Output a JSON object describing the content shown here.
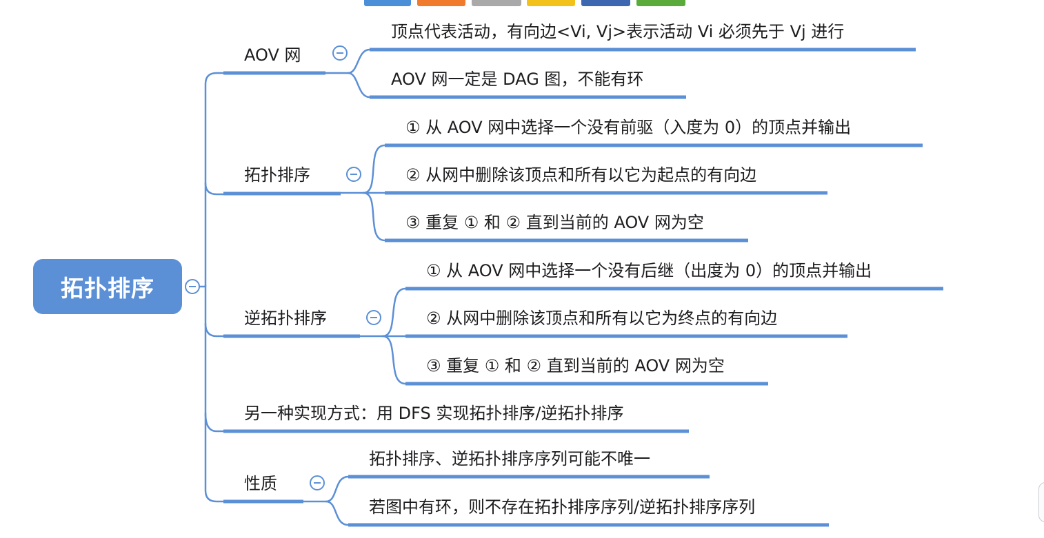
{
  "root": {
    "label": "拓扑排序"
  },
  "colors": {
    "accent": "#5b8fd6",
    "palette": [
      "#4a8fd8",
      "#f07b2d",
      "#a9a9a9",
      "#f2c21b",
      "#3e67b2",
      "#5aaa3c"
    ]
  },
  "branches": [
    {
      "label": "AOV 网",
      "children": [
        "顶点代表活动，有向边<Vi, Vj>表示活动 Vi 必须先于 Vj 进行",
        "AOV 网一定是 DAG 图，不能有环"
      ]
    },
    {
      "label": "拓扑排序",
      "children": [
        "① 从 AOV 网中选择一个没有前驱（入度为 0）的顶点并输出",
        "② 从网中删除该顶点和所有以它为起点的有向边",
        "③ 重复 ① 和 ② 直到当前的 AOV 网为空"
      ]
    },
    {
      "label": "逆拓扑排序",
      "children": [
        "① 从 AOV 网中选择一个没有后继（出度为 0）的顶点并输出",
        "② 从网中删除该顶点和所有以它为终点的有向边",
        "③ 重复 ① 和 ② 直到当前的 AOV 网为空"
      ]
    },
    {
      "label": "另一种实现方式：用 DFS 实现拓扑排序/逆拓扑排序",
      "children": []
    },
    {
      "label": "性质",
      "children": [
        "拓扑排序、逆拓扑排序序列可能不唯一",
        "若图中有环，则不存在拓扑排序序列/逆拓扑排序序列"
      ]
    }
  ]
}
